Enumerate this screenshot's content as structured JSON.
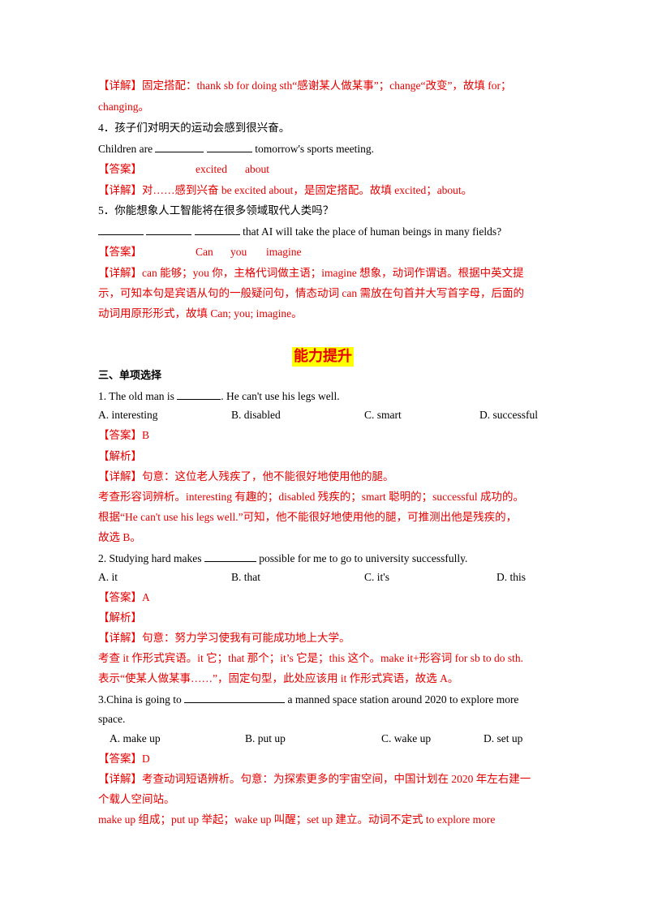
{
  "colors": {
    "answer": "#e60000",
    "highlight": "#ffff00",
    "text": "#000000"
  },
  "lines": {
    "l01": "【详解】固定搭配：thank sb for doing sth“感谢某人做某事”；change“改变”，故填 for；",
    "l02": "changing。",
    "l03": "4．孩子们对明天的运动会感到很兴奋。",
    "l04_a": "Children are",
    "l04_b": "tomorrow's sports meeting.",
    "l05_label": "【答案】",
    "l05_v1": "excited",
    "l05_v2": "about",
    "l06": "【详解】对……感到兴奋 be excited about，是固定搭配。故填 excited；about。",
    "l07": "5．你能想象人工智能将在很多领域取代人类吗？",
    "l08_b": "that AI will take the place of human beings in many fields?",
    "l09_label": "【答案】",
    "l09_v1": "Can",
    "l09_v2": "you",
    "l09_v3": "imagine",
    "l10": "【详解】can 能够；you 你，主格代词做主语；imagine 想象，动词作谓语。根据中英文提",
    "l11": "示，可知本句是宾语从句的一般疑问句，情态动词 can 需放在句首并大写首字母，后面的",
    "l12": "动词用原形形式，故填 Can; you; imagine。",
    "heading": "能力提升",
    "section": "三、单项选择",
    "q1_a": "1. The old man is",
    "q1_b": ". He can't use his legs well.",
    "q1_opts": [
      "A.  interesting",
      "B.  disabled",
      "C.  smart",
      "D.  successful"
    ],
    "q1_ans": "【答案】B",
    "q1_jx": "【解析】",
    "q1_d1": "【详解】句意：这位老人残疾了，他不能很好地使用他的腿。",
    "q1_d2": "考查形容词辨析。interesting 有趣的；disabled 残疾的；smart 聪明的；successful 成功的。",
    "q1_d3": "根据“He can't use his legs well.”可知，他不能很好地使用他的腿，可推测出他是残疾的，",
    "q1_d4": "故选 B。",
    "q2_a": "2.  Studying hard makes",
    "q2_b": "possible for me to go to university successfully.",
    "q2_opts": [
      "A.  it",
      "B.  that",
      "C.  it's",
      "D.  this"
    ],
    "q2_ans": "【答案】A",
    "q2_jx": "【解析】",
    "q2_d1": "【详解】句意：努力学习使我有可能成功地上大学。",
    "q2_d2": "考查 it 作形式宾语。it 它；that 那个；it’s 它是；this 这个。make it+形容词  for sb to do sth.",
    "q2_d3": "表示“使某人做某事……”，固定句型，此处应该用 it 作形式宾语，故选 A。",
    "q3_a": "3.China is going to",
    "q3_b": "a manned space station around 2020 to explore more",
    "q3_c": "space.",
    "q3_opts": [
      "A. make up",
      "B. put up",
      "C. wake up",
      "D. set up"
    ],
    "q3_ans": "【答案】D",
    "q3_d1": "【详解】考查动词短语辨析。句意：为探索更多的宇宙空间，中国计划在 2020 年左右建一",
    "q3_d2": "个载人空间站。",
    "q3_d3": "make up  组成；put up  举起；wake up  叫醒；set up  建立。动词不定式 to explore more"
  }
}
